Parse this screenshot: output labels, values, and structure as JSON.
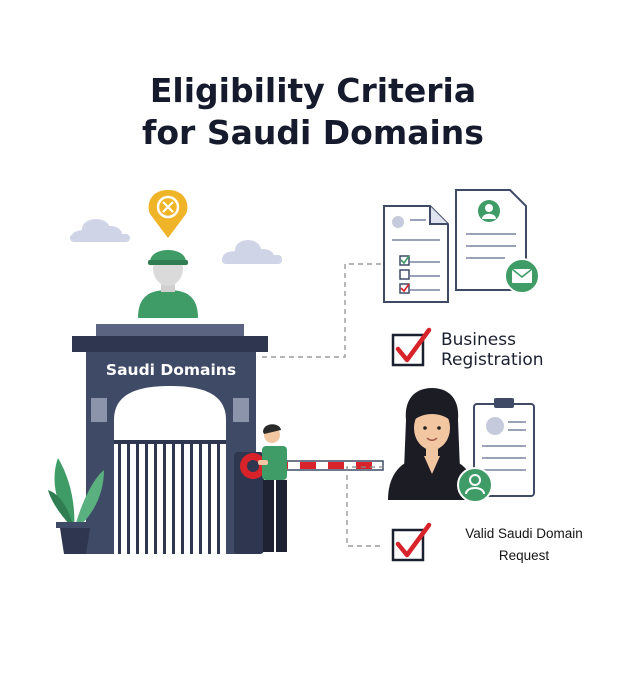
{
  "title": {
    "line1": "Eligibility Criteria",
    "line2": "for Saudi Domains"
  },
  "gate": {
    "label": "Saudi Domains"
  },
  "criteria": [
    {
      "lines": [
        "Business",
        "Registration"
      ],
      "icon": "checkbox-checked-icon"
    },
    {
      "lines": [
        "Valid Saudi Domain",
        "Request"
      ],
      "icon": "checkbox-checked-icon"
    }
  ],
  "colors": {
    "gate": "#3f4a66",
    "gate_dark": "#2e3650",
    "check": "#d8232a",
    "green": "#3f9c66",
    "pin": "#f0b429",
    "title": "#151a2c"
  }
}
